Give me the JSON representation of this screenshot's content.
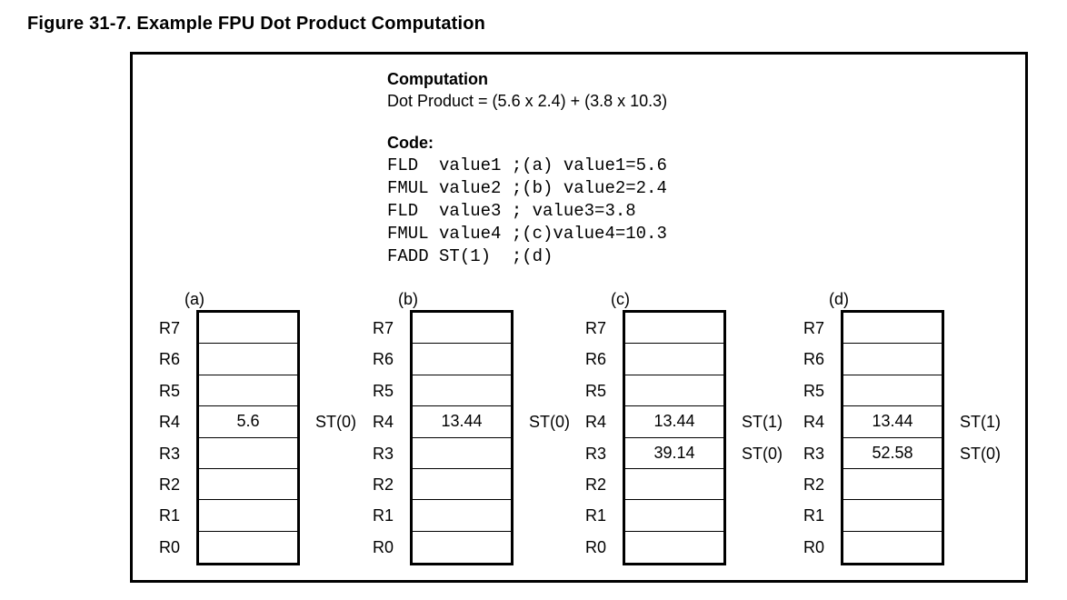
{
  "figure": {
    "title": "Figure 31-7. Example FPU Dot Product Computation"
  },
  "computation": {
    "heading": "Computation",
    "expression": "Dot Product = (5.6 x 2.4) + (3.8 x 10.3)"
  },
  "code": {
    "heading": "Code:",
    "lines": [
      "FLD  value1 ;(a) value1=5.6",
      "FMUL value2 ;(b) value2=2.4",
      "FLD  value3 ; value3=3.8",
      "FMUL value4 ;(c)value4=10.3",
      "FADD ST(1)  ;(d)"
    ]
  },
  "stacks": [
    {
      "label": "(a)",
      "rows": [
        {
          "reg": "R7",
          "value": "",
          "st": ""
        },
        {
          "reg": "R6",
          "value": "",
          "st": ""
        },
        {
          "reg": "R5",
          "value": "",
          "st": ""
        },
        {
          "reg": "R4",
          "value": "5.6",
          "st": "ST(0)"
        },
        {
          "reg": "R3",
          "value": "",
          "st": ""
        },
        {
          "reg": "R2",
          "value": "",
          "st": ""
        },
        {
          "reg": "R1",
          "value": "",
          "st": ""
        },
        {
          "reg": "R0",
          "value": "",
          "st": ""
        }
      ]
    },
    {
      "label": "(b)",
      "rows": [
        {
          "reg": "R7",
          "value": "",
          "st": ""
        },
        {
          "reg": "R6",
          "value": "",
          "st": ""
        },
        {
          "reg": "R5",
          "value": "",
          "st": ""
        },
        {
          "reg": "R4",
          "value": "13.44",
          "st": "ST(0)"
        },
        {
          "reg": "R3",
          "value": "",
          "st": ""
        },
        {
          "reg": "R2",
          "value": "",
          "st": ""
        },
        {
          "reg": "R1",
          "value": "",
          "st": ""
        },
        {
          "reg": "R0",
          "value": "",
          "st": ""
        }
      ]
    },
    {
      "label": "(c)",
      "rows": [
        {
          "reg": "R7",
          "value": "",
          "st": ""
        },
        {
          "reg": "R6",
          "value": "",
          "st": ""
        },
        {
          "reg": "R5",
          "value": "",
          "st": ""
        },
        {
          "reg": "R4",
          "value": "13.44",
          "st": "ST(1)"
        },
        {
          "reg": "R3",
          "value": "39.14",
          "st": "ST(0)"
        },
        {
          "reg": "R2",
          "value": "",
          "st": ""
        },
        {
          "reg": "R1",
          "value": "",
          "st": ""
        },
        {
          "reg": "R0",
          "value": "",
          "st": ""
        }
      ]
    },
    {
      "label": "(d)",
      "rows": [
        {
          "reg": "R7",
          "value": "",
          "st": ""
        },
        {
          "reg": "R6",
          "value": "",
          "st": ""
        },
        {
          "reg": "R5",
          "value": "",
          "st": ""
        },
        {
          "reg": "R4",
          "value": "13.44",
          "st": "ST(1)"
        },
        {
          "reg": "R3",
          "value": "52.58",
          "st": "ST(0)"
        },
        {
          "reg": "R2",
          "value": "",
          "st": ""
        },
        {
          "reg": "R1",
          "value": "",
          "st": ""
        },
        {
          "reg": "R0",
          "value": "",
          "st": ""
        }
      ]
    }
  ]
}
